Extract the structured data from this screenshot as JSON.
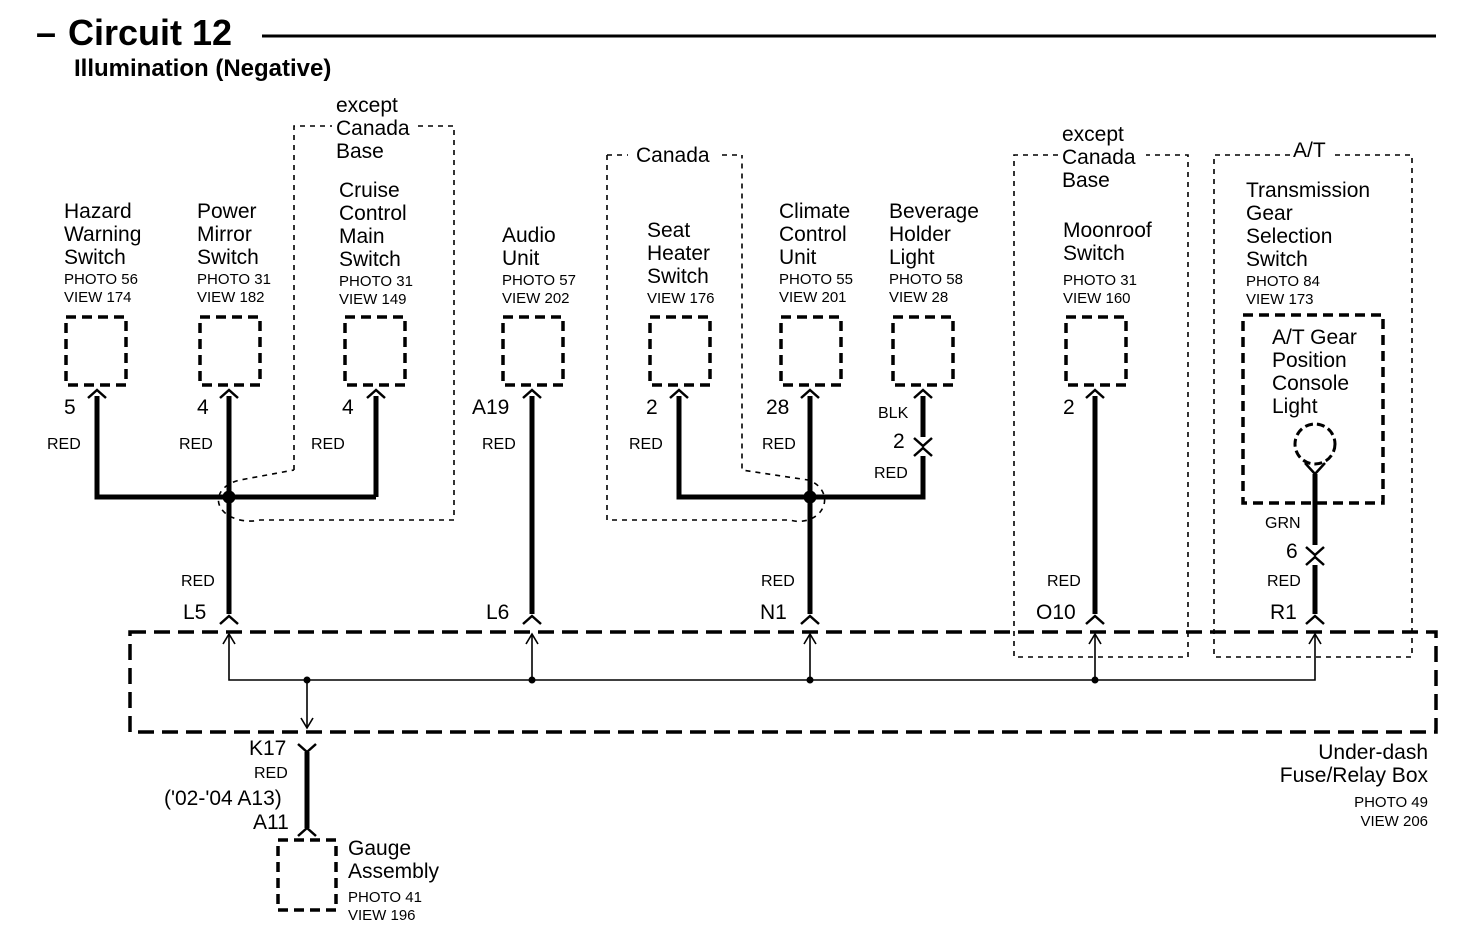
{
  "header": {
    "dash": "–",
    "title": "Circuit 12",
    "subtitle": "Illumination (Negative)"
  },
  "regions": {
    "except_canada_base_1": [
      "except",
      "Canada",
      "Base"
    ],
    "canada": "Canada",
    "except_canada_base_2": [
      "except",
      "Canada",
      "Base"
    ],
    "at": "A/T"
  },
  "components": {
    "hazard": {
      "name": [
        "Hazard",
        "Warning",
        "Switch"
      ],
      "photo": "PHOTO 56",
      "view": "VIEW 174",
      "pin": "5",
      "wire": "RED"
    },
    "mirror": {
      "name": [
        "Power",
        "Mirror",
        "Switch"
      ],
      "photo": "PHOTO 31",
      "view": "VIEW 182",
      "pin": "4",
      "wire": "RED"
    },
    "cruise": {
      "name": [
        "Cruise",
        "Control",
        "Main",
        "Switch"
      ],
      "photo": "PHOTO 31",
      "view": "VIEW 149",
      "pin": "4",
      "wire": "RED"
    },
    "audio": {
      "name": [
        "Audio",
        "Unit"
      ],
      "photo": "PHOTO 57",
      "view": "VIEW 202",
      "pin": "A19",
      "wire": "RED"
    },
    "seat": {
      "name": [
        "Seat",
        "Heater",
        "Switch"
      ],
      "photo": "",
      "view": "VIEW 176",
      "pin": "2",
      "wire": "RED"
    },
    "climate": {
      "name": [
        "Climate",
        "Control",
        "Unit"
      ],
      "photo": "PHOTO 55",
      "view": "VIEW 201",
      "pin": "28",
      "wire": "RED"
    },
    "beverage": {
      "name": [
        "Beverage",
        "Holder",
        "Light"
      ],
      "photo": "PHOTO 58",
      "view": "VIEW 28",
      "wire_top": "BLK",
      "pin": "2",
      "wire": "RED"
    },
    "moonroof": {
      "name": [
        "Moonroof",
        "Switch"
      ],
      "photo": "PHOTO 31",
      "view": "VIEW 160",
      "pin": "2",
      "wire": "RED"
    },
    "transmission": {
      "name": [
        "Transmission",
        "Gear",
        "Selection",
        "Switch"
      ],
      "photo": "PHOTO 84",
      "view": "VIEW 173"
    },
    "at_light": {
      "name": [
        "A/T Gear",
        "Position",
        "Console",
        "Light"
      ],
      "wire_top": "GRN",
      "pin": "6",
      "wire": "RED"
    },
    "gauge": {
      "name": [
        "Gauge",
        "Assembly"
      ],
      "photo": "PHOTO 41",
      "view": "VIEW 196"
    }
  },
  "trunk": {
    "l5": {
      "wire": "RED",
      "pin": "L5"
    },
    "l6": {
      "pin": "L6"
    },
    "n1": {
      "wire": "RED",
      "pin": "N1"
    },
    "o10": {
      "wire": "RED",
      "pin": "O10"
    },
    "r1": {
      "pin": "R1"
    }
  },
  "fuse_box": {
    "name": [
      "Under-dash",
      "Fuse/Relay Box"
    ],
    "photo": "PHOTO 49",
    "view": "VIEW 206",
    "out_pin": "K17",
    "out_wire": "RED",
    "alt_pin": "('02-'04 A13)",
    "gauge_pin": "A11"
  }
}
